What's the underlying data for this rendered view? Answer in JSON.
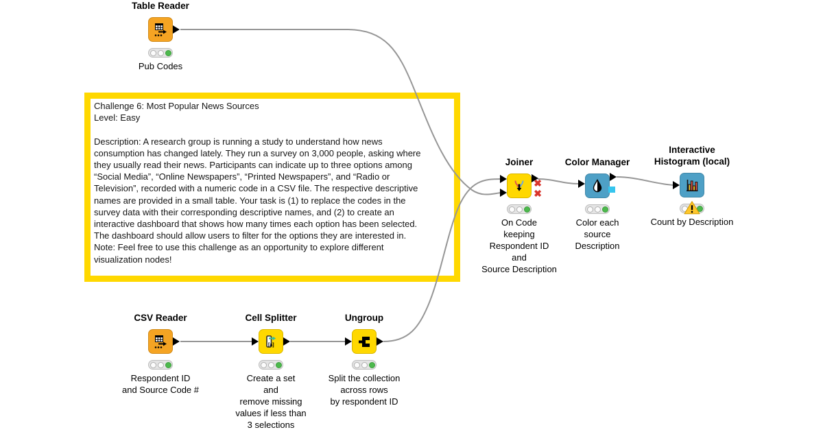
{
  "app": "KNIME workflow editor canvas",
  "colors": {
    "annotation_border": "#FFD800",
    "node_yellow": "#FFD800",
    "node_orange": "#F5A423",
    "node_blue": "#4EA0C6",
    "wire_gray": "#969696",
    "status_green": "#4DB94D",
    "error_red": "#D9342B",
    "cyan_model_port": "#36C5EE",
    "warning_yellow": "#FFC72B"
  },
  "glyphs": {
    "port_x": "✖"
  },
  "annotation": {
    "text": "Challenge 6: Most Popular News Sources\nLevel: Easy\n\nDescription: A research group is running a study to understand how news\nconsumption has changed lately. They run a survey on 3,000 people, asking where\nthey usually read their news. Participants can indicate up to three options among\n“Social Media”, “Online Newspapers”, “Printed Newspapers”, and “Radio or\nTelevision”, recorded with a numeric code in a CSV file. The respective descriptive\nnames are provided in a small table. Your task is (1) to replace the codes in the\nsurvey data with their corresponding descriptive names, and (2) to create an\ninteractive dashboard that shows how many times each option has been selected.\nThe dashboard should allow users to filter for the options they are interested in.\nNote: Feel free to use this challenge as an opportunity to explore different\nvisualization nodes!"
  },
  "nodes": [
    {
      "id": "table-reader",
      "title": "Table Reader",
      "label": "Pub Codes",
      "type": "reader",
      "status": "executed"
    },
    {
      "id": "csv-reader",
      "title": "CSV Reader",
      "label": "Respondent ID\nand Source Code #",
      "type": "reader",
      "status": "executed"
    },
    {
      "id": "cell-splitter",
      "title": "Cell Splitter",
      "label": "Create a set\nand\nremove missing\nvalues if less than\n3 selections",
      "type": "manipulator",
      "status": "executed"
    },
    {
      "id": "ungroup",
      "title": "Ungroup",
      "label": "Split the collection\nacross rows\nby respondent ID",
      "type": "manipulator",
      "status": "executed"
    },
    {
      "id": "joiner",
      "title": "Joiner",
      "label": "On Code\nkeeping\nRespondent ID\nand\nSource Description",
      "type": "manipulator",
      "status": "executed"
    },
    {
      "id": "color-manager",
      "title": "Color Manager",
      "label": "Color each\nsource\nDescription",
      "type": "view",
      "status": "executed"
    },
    {
      "id": "interactive-histogram",
      "title": "Interactive\nHistogram (local)",
      "label": "Count by Description",
      "type": "view",
      "status": "executed-with-warning"
    }
  ],
  "connections": [
    {
      "from": "Table Reader",
      "to": "Joiner (input 2)"
    },
    {
      "from": "CSV Reader",
      "to": "Cell Splitter"
    },
    {
      "from": "Cell Splitter",
      "to": "Ungroup"
    },
    {
      "from": "Ungroup",
      "to": "Joiner (input 1)"
    },
    {
      "from": "Joiner",
      "to": "Color Manager"
    },
    {
      "from": "Color Manager",
      "to": "Interactive Histogram (local)"
    }
  ]
}
